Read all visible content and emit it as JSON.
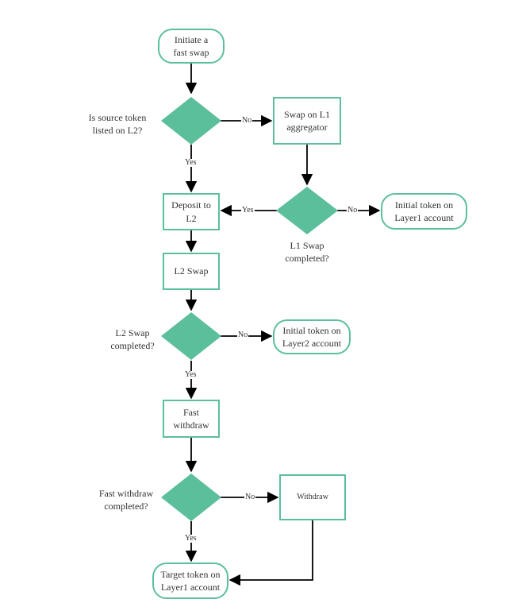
{
  "nodes": {
    "start": "Initiate a\nfast swap",
    "q_listed": "Is source token\nlisted on L2?",
    "swap_l1": "Swap on L1\naggregator",
    "deposit_l2": "Deposit to\nL2",
    "q_l1_completed": "L1 Swap\ncompleted?",
    "initial_l1": "Initial token on\nLayer1 account",
    "l2_swap": "L2 Swap",
    "q_l2_completed": "L2 Swap\ncompleted?",
    "initial_l2": "Initial token on\nLayer2 account",
    "fast_withdraw": "Fast\nwithdraw",
    "q_fast_completed": "Fast withdraw\ncompleted?",
    "withdraw": "Withdraw",
    "target_l1": "Target token on\nLayer1 account"
  },
  "edges": {
    "listed_no": "No",
    "listed_yes": "Yes",
    "l1_yes": "Yes",
    "l1_no": "No",
    "l2_no": "No",
    "l2_yes": "Yes",
    "fast_no": "No",
    "fast_yes": "Yes"
  },
  "colors": {
    "node_fill": "#5cbf9b",
    "node_border": "#5cbf9b",
    "line": "#000000"
  }
}
